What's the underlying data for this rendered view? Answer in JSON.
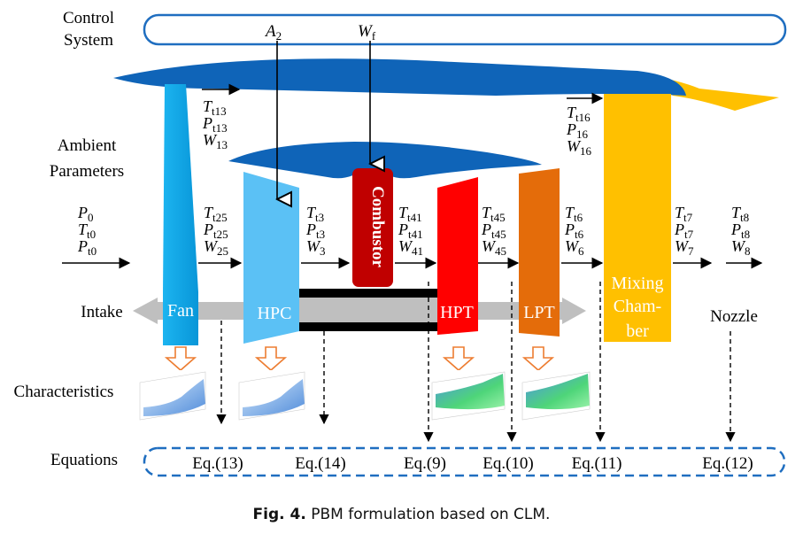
{
  "labels": {
    "control_system_line1": "Control",
    "control_system_line2": "System",
    "ambient_line1": "Ambient",
    "ambient_line2": "Parameters",
    "characteristics": "Characteristics",
    "equations": "Equations",
    "intake": "Intake",
    "nozzle": "Nozzle",
    "fan": "Fan",
    "hpc": "HPC",
    "combustor": "Combustor",
    "hpt": "HPT",
    "lpt": "LPT",
    "mixing_line1": "Mixing",
    "mixing_line2": "Cham-",
    "mixing_line3": "ber"
  },
  "control_inputs": {
    "a2": "A",
    "a2_sub": "2",
    "wf": "W",
    "wf_sub": "f"
  },
  "stations": {
    "s0": [
      [
        "P",
        "0"
      ],
      [
        "T",
        "t0"
      ],
      [
        "P",
        "t0"
      ]
    ],
    "s13": [
      [
        "T",
        "t13"
      ],
      [
        "P",
        "t13"
      ],
      [
        "W",
        "13"
      ]
    ],
    "s16": [
      [
        "T",
        "t16"
      ],
      [
        "P",
        "16"
      ],
      [
        "W",
        "16"
      ]
    ],
    "s25": [
      [
        "T",
        "t25"
      ],
      [
        "P",
        "t25"
      ],
      [
        "W",
        "25"
      ]
    ],
    "s3": [
      [
        "T",
        "t3"
      ],
      [
        "P",
        "t3"
      ],
      [
        "W",
        "3"
      ]
    ],
    "s41": [
      [
        "T",
        "t41"
      ],
      [
        "P",
        "t41"
      ],
      [
        "W",
        "41"
      ]
    ],
    "s45": [
      [
        "T",
        "t45"
      ],
      [
        "P",
        "t45"
      ],
      [
        "W",
        "45"
      ]
    ],
    "s6": [
      [
        "T",
        "t6"
      ],
      [
        "P",
        "t6"
      ],
      [
        "W",
        "6"
      ]
    ],
    "s7": [
      [
        "T",
        "t7"
      ],
      [
        "P",
        "t7"
      ],
      [
        "W",
        "7"
      ]
    ],
    "s8": [
      [
        "T",
        "t8"
      ],
      [
        "P",
        "t8"
      ],
      [
        "W",
        "8"
      ]
    ]
  },
  "equations": [
    "Eq.(13)",
    "Eq.(14)",
    "Eq.(9)",
    "Eq.(10)",
    "Eq.(11)",
    "Eq.(12)"
  ],
  "caption": {
    "fig": "Fig. 4.",
    "text": " PBM formulation based on CLM."
  },
  "colors": {
    "duct_blue": "#0f64b8",
    "fan": "#0aa7e9",
    "hpc": "#5bc1f5",
    "combustor": "#c00000",
    "hpt": "#ff0000",
    "lpt": "#e46c0a",
    "mixing": "#ffc000",
    "shaft_arrow": "#bfbfbf",
    "characteristic_arrow": "#ed7d31",
    "dashed_box": "#1f6ec0"
  }
}
